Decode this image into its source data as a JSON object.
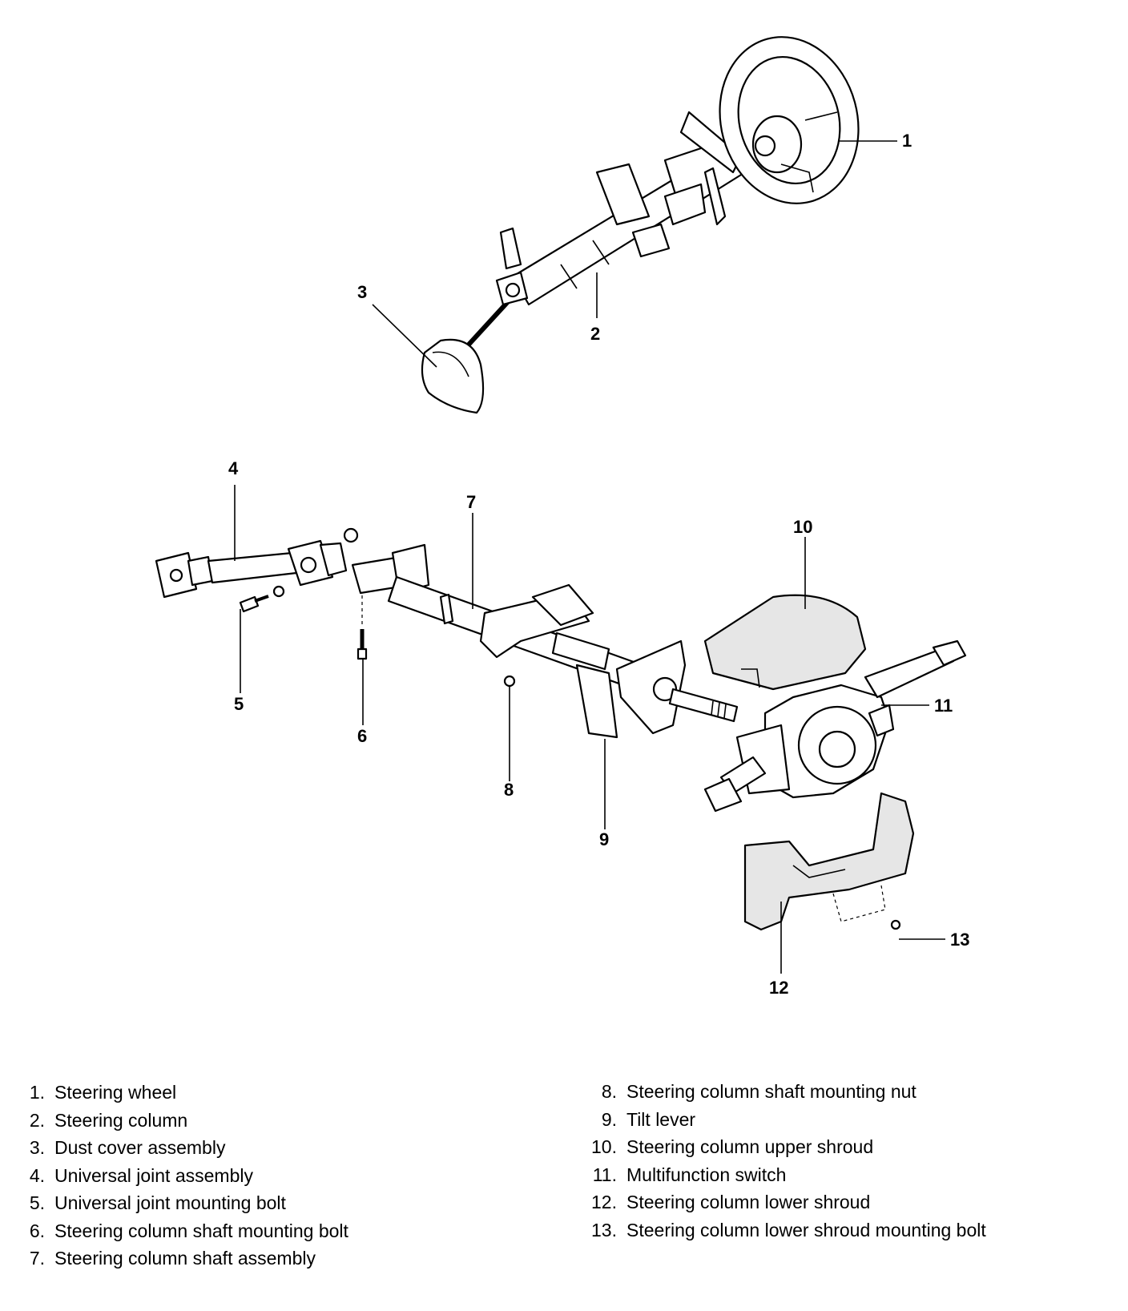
{
  "callouts": [
    "1",
    "2",
    "3",
    "4",
    "5",
    "6",
    "7",
    "8",
    "9",
    "10",
    "11",
    "12",
    "13"
  ],
  "legend": {
    "left": [
      {
        "num": "1.",
        "text": "Steering wheel"
      },
      {
        "num": "2.",
        "text": "Steering column"
      },
      {
        "num": "3.",
        "text": "Dust cover assembly"
      },
      {
        "num": "4.",
        "text": "Universal joint assembly"
      },
      {
        "num": "5.",
        "text": "Universal joint mounting bolt"
      },
      {
        "num": "6.",
        "text": "Steering column shaft mounting bolt"
      },
      {
        "num": "7.",
        "text": "Steering column shaft assembly"
      }
    ],
    "right": [
      {
        "num": "8.",
        "text": "Steering column shaft mounting nut"
      },
      {
        "num": "9.",
        "text": "Tilt lever"
      },
      {
        "num": "10.",
        "text": "Steering column upper shroud"
      },
      {
        "num": "11.",
        "text": "Multifunction switch"
      },
      {
        "num": "12.",
        "text": "Steering column lower shroud"
      },
      {
        "num": "13.",
        "text": "Steering column lower shroud mounting bolt"
      }
    ]
  }
}
